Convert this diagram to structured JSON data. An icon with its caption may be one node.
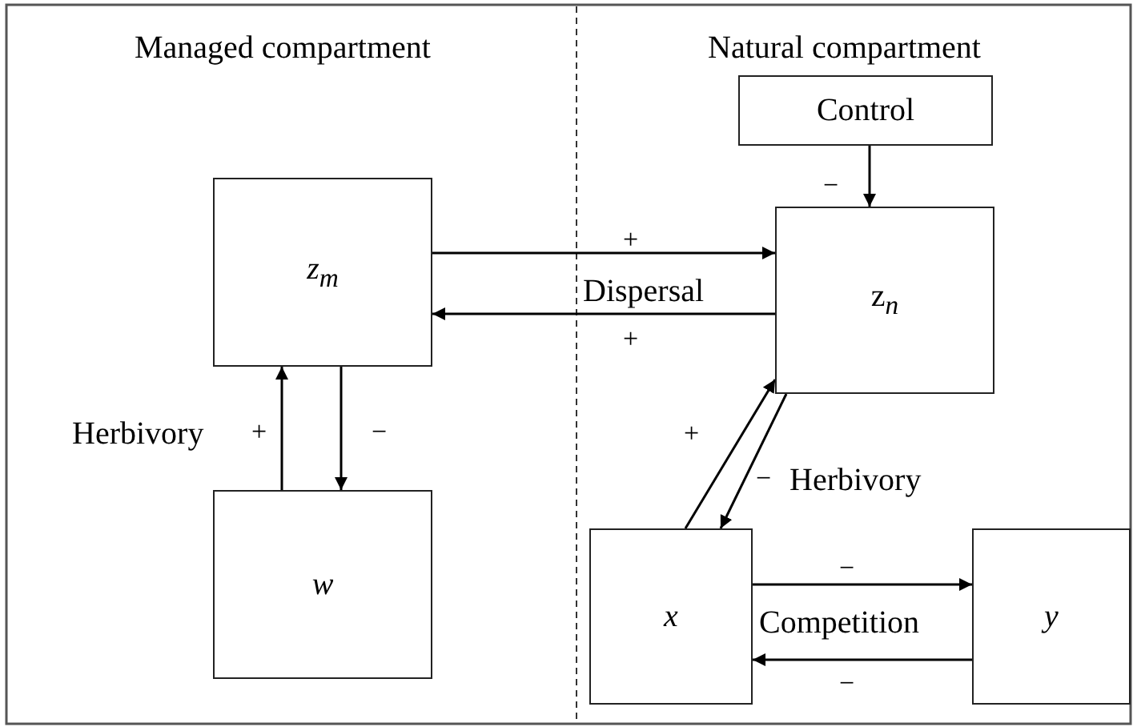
{
  "diagram": {
    "nodes": [
      {
        "text": [
          "Control"
        ]
      },
      {
        "text": [
          "z$_{m}$"
        ]
      },
      {
        "text": [
          "z$_{n}$"
        ]
      },
      {
        "text": [
          "w"
        ]
      },
      {
        "text": [
          "x"
        ]
      },
      {
        "text": [
          "y"
        ]
      }
    ],
    "edges": [
      {
        "from": 0,
        "to": 2,
        "arrow": "to",
        "label": "−"
      },
      {
        "from": 1,
        "to": 2,
        "arrow": "to",
        "label": "+"
      },
      {
        "from": 2,
        "to": 1,
        "arrow": "to",
        "label": "+"
      },
      {
        "from": 3,
        "to": 1,
        "arrow": "to",
        "label": "+"
      },
      {
        "from": 1,
        "to": 3,
        "arrow": "to",
        "label": "−"
      },
      {
        "from": 4,
        "to": 2,
        "arrow": "to",
        "label": "+"
      },
      {
        "from": 2,
        "to": 4,
        "arrow": "to",
        "label": "−"
      },
      {
        "from": 4,
        "to": 5,
        "arrow": "to",
        "label": "−"
      },
      {
        "from": 5,
        "to": 4,
        "arrow": "to",
        "label": "−"
      }
    ],
    "labels": [
      "Managed compartment",
      "Natural compartment",
      "Dispersal",
      "Herbivory",
      "Herbivory",
      "Competition"
    ]
  }
}
